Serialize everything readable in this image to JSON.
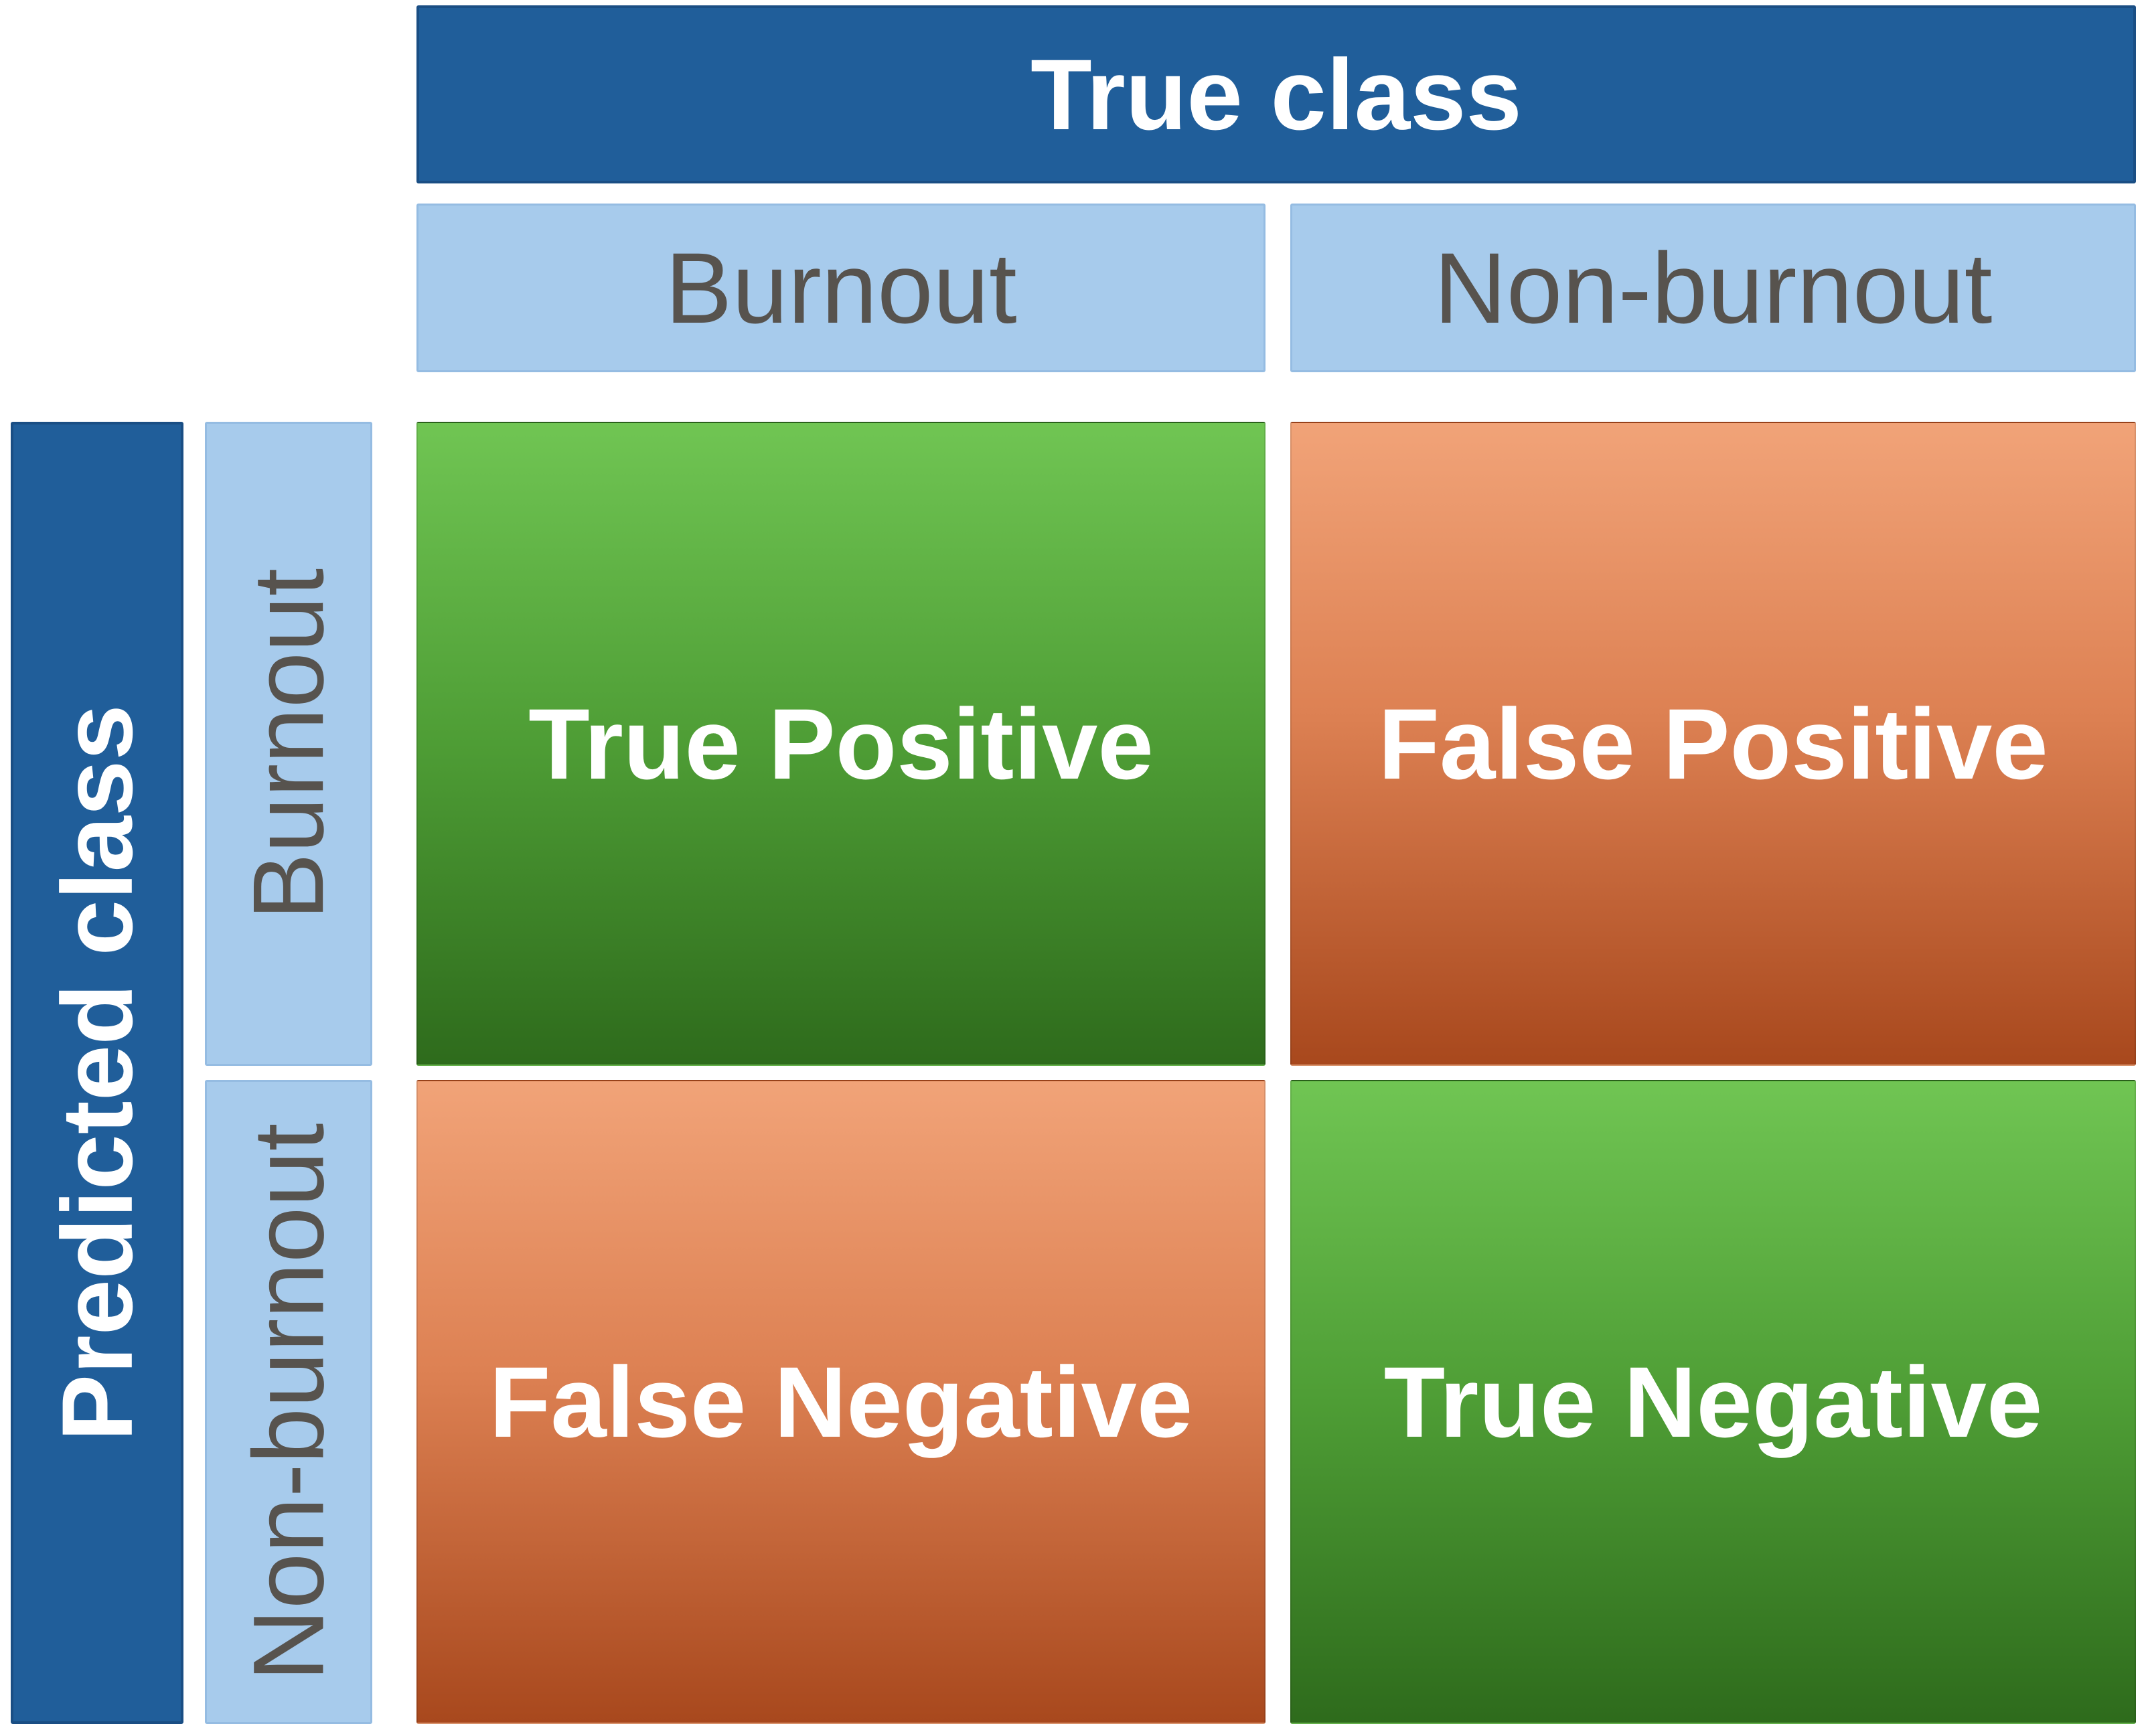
{
  "diagram": {
    "type": "confusion-matrix",
    "true_axis": {
      "title": "True class",
      "categories": [
        "Burnout",
        "Non-burnout"
      ]
    },
    "predicted_axis": {
      "title": "Predicted class",
      "categories": [
        "Burnout",
        "Non-burnout"
      ]
    },
    "cells": {
      "top_left": {
        "label": "True Positive",
        "tone": "green"
      },
      "top_right": {
        "label": "False Positive",
        "tone": "orange"
      },
      "bottom_left": {
        "label": "False Negative",
        "tone": "orange"
      },
      "bottom_right": {
        "label": "True Negative",
        "tone": "green"
      }
    },
    "colors": {
      "axis_banner": "#205E9A",
      "axis_banner_border": "#1A4E84",
      "category_header": "#A7CBEC",
      "category_header_border": "#95BCE2",
      "category_text": "#57534E",
      "label_text": "#FFFFFF",
      "green_gradient_top": "#70C553",
      "green_gradient_bottom": "#2E6B1C",
      "orange_gradient_top": "#F1A378",
      "orange_gradient_bottom": "#A8481D"
    }
  }
}
